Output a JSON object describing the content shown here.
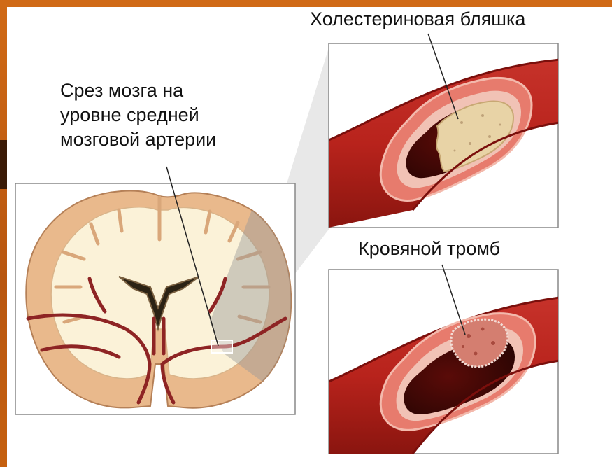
{
  "labels": {
    "brain_slice": "Срез мозга на\nуровне средней\nмозговой артерии",
    "cholesterol_plaque": "Холестериновая бляшка",
    "blood_clot": "Кровяной тромб"
  },
  "colors": {
    "frame": "#d06a16",
    "vessel": "#b8231c",
    "vessel_dark": "#7a0f0c",
    "brain_white_matter": "#fbf2d8",
    "brain_gray_matter": "#e9b98c",
    "plaque": "#e8d3a6",
    "clot": "#d47e70"
  }
}
